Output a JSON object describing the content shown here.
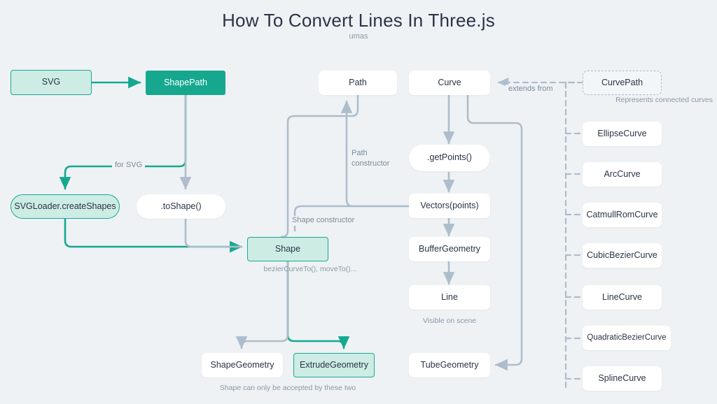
{
  "header": {
    "title": "How To Convert Lines In Three.js",
    "subtitle": "umas"
  },
  "colors": {
    "background": "#eef2f5",
    "accent_teal": "#16a88f",
    "accent_mint_fill": "#cdece4",
    "wire_gray": "#aebdcb",
    "text_dark": "#2b3445",
    "text_muted": "#8a98a8"
  },
  "nodes": {
    "svg": {
      "label": "SVG"
    },
    "shapepath": {
      "label": "ShapePath"
    },
    "svgloader": {
      "label": "SVGLoader.createShapes"
    },
    "toshape": {
      "label": ".toShape()"
    },
    "shape": {
      "label": "Shape"
    },
    "shapegeometry": {
      "label": "ShapeGeometry"
    },
    "extrudegeometry": {
      "label": "ExtrudeGeometry"
    },
    "path": {
      "label": "Path"
    },
    "curve": {
      "label": "Curve"
    },
    "getpoints": {
      "label": ".getPoints()"
    },
    "vectors": {
      "label": "Vectors(points)"
    },
    "buffergeometry": {
      "label": "BufferGeometry"
    },
    "line": {
      "label": "Line"
    },
    "tubegeometry": {
      "label": "TubeGeometry"
    },
    "curvepath": {
      "label": "CurvePath"
    },
    "ellipsecurve": {
      "label": "EllipseCurve"
    },
    "arccurve": {
      "label": "ArcCurve"
    },
    "catmullromcurve": {
      "label": "CatmullRomCurve"
    },
    "cubicbeziercurve": {
      "label": "CubicBezierCurve"
    },
    "linecurve": {
      "label": "LineCurve"
    },
    "quadraticbeziercurve": {
      "label": "QuadraticBezierCurve"
    },
    "splinecurve": {
      "label": "SplineCurve"
    }
  },
  "captions": {
    "shape_methods": "bezierCurveTo(), moveTo()...",
    "shape_accepted": "Shape can only be accepted by these two",
    "visible_on_scene": "Visible on scene",
    "represents_connected_curves": "Represents connected curves"
  },
  "edge_labels": {
    "for_svg": "for SVG",
    "path_constructor_line1": "Path",
    "path_constructor_line2": "constructor",
    "shape_constructor": "Shape constructor",
    "extends_from": "extends from"
  }
}
